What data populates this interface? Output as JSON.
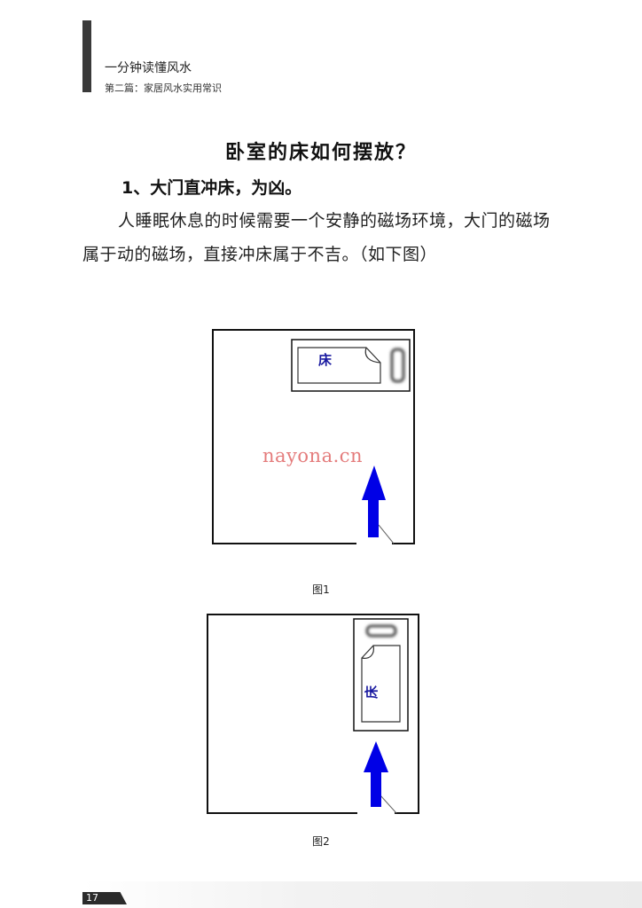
{
  "header": {
    "book_title": "一分钟读懂风水",
    "chapter": "第二篇：家居风水实用常识"
  },
  "title": "卧室的床如何摆放？",
  "section": {
    "heading": "1、大门直冲床，为凶。",
    "paragraph": "人睡眠休息的时候需要一个安静的磁场环境，大门的磁场属于动的磁场，直接冲床属于不吉。（如下图）"
  },
  "figures": [
    {
      "bed_label": "床",
      "caption": "图1"
    },
    {
      "bed_label": "床",
      "caption": "图2"
    }
  ],
  "watermark": "nayona.cn",
  "footer": {
    "page_number": "17"
  },
  "colors": {
    "arrow": "#0000e6",
    "bed_text": "#1a1aa0",
    "watermark": "#e47c7c"
  }
}
